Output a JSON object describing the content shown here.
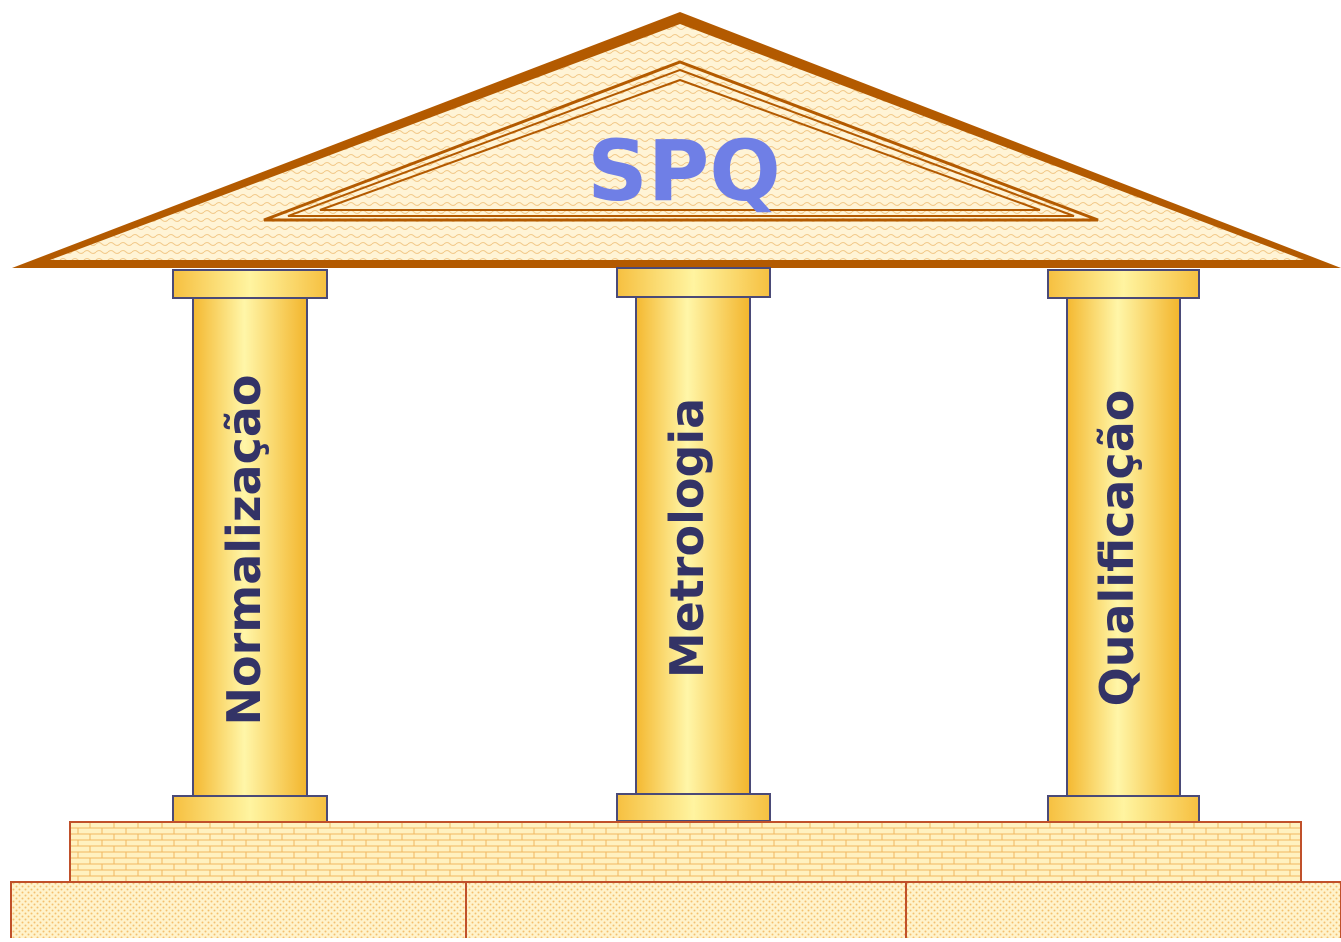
{
  "roof": {
    "title": "SPQ"
  },
  "pillars": [
    {
      "label": "Normalização"
    },
    {
      "label": "Metrologia"
    },
    {
      "label": "Qualificação"
    }
  ],
  "colors": {
    "roof_border": "#b35a00",
    "roof_fill": "#fff1cc",
    "pillar_fill": "#ffd860",
    "pillar_border": "#4a4a78",
    "pillar_text": "#333366",
    "title_text": "#6f7fe6",
    "base_border": "#c0502a",
    "base_fill": "#fff3c4"
  }
}
